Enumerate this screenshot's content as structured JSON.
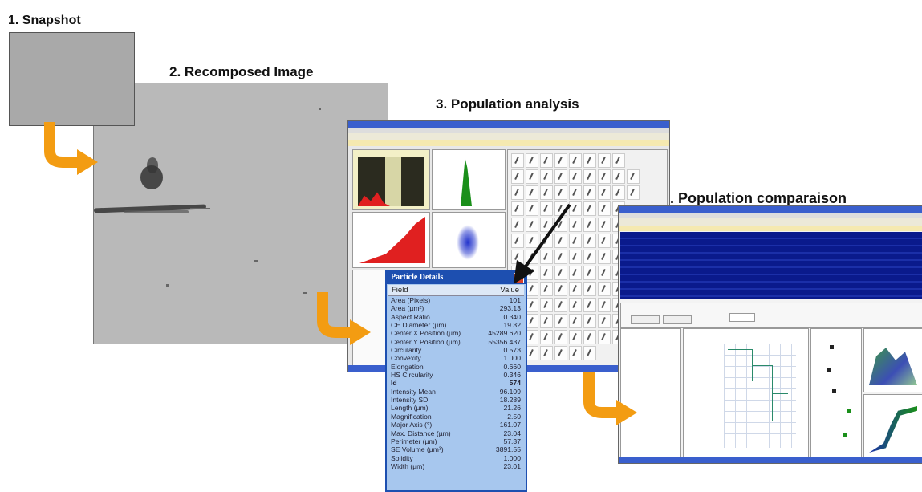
{
  "steps": {
    "snapshot": "1. Snapshot",
    "recomposed": "2. Recomposed Image",
    "population_analysis": "3. Population analysis",
    "population_comparison": "4. Population comparaison"
  },
  "particle_details": {
    "title": "Particle Details",
    "column_field": "Field",
    "column_value": "Value",
    "rows": [
      {
        "name": "Area (Pixels)",
        "value": "101"
      },
      {
        "name": "Area (µm²)",
        "value": "293.13"
      },
      {
        "name": "Aspect Ratio",
        "value": "0.340"
      },
      {
        "name": "CE Diameter (µm)",
        "value": "19.32"
      },
      {
        "name": "Center X Position (µm)",
        "value": "45289.620"
      },
      {
        "name": "Center Y Position (µm)",
        "value": "55356.437"
      },
      {
        "name": "Circularity",
        "value": "0.573"
      },
      {
        "name": "Convexity",
        "value": "1.000"
      },
      {
        "name": "Elongation",
        "value": "0.660"
      },
      {
        "name": "HS Circularity",
        "value": "0.346"
      },
      {
        "name": "Id",
        "value": "574"
      },
      {
        "name": "Intensity Mean",
        "value": "96.109"
      },
      {
        "name": "Intensity SD",
        "value": "18.289"
      },
      {
        "name": "Length (µm)",
        "value": "21.26"
      },
      {
        "name": "Magnification",
        "value": "2.50"
      },
      {
        "name": "Major Axis (°)",
        "value": "161.07"
      },
      {
        "name": "Max. Distance (µm)",
        "value": "23.04"
      },
      {
        "name": "Perimeter (µm)",
        "value": "57.37"
      },
      {
        "name": "SE Volume (µm³)",
        "value": "3891.55"
      },
      {
        "name": "Solidity",
        "value": "1.000"
      },
      {
        "name": "Width (µm)",
        "value": "23.01"
      }
    ]
  },
  "colors": {
    "arrow": "#f39c12",
    "dialog_title": "#1d4fb0",
    "dialog_body": "#a7c7ee",
    "histogram_dark": "#2b2b1f",
    "histogram_red": "#e02020",
    "histogram_green": "#1a8f1a",
    "scatter_blue": "#2233cc",
    "selection_blue": "#0a1a8c"
  }
}
